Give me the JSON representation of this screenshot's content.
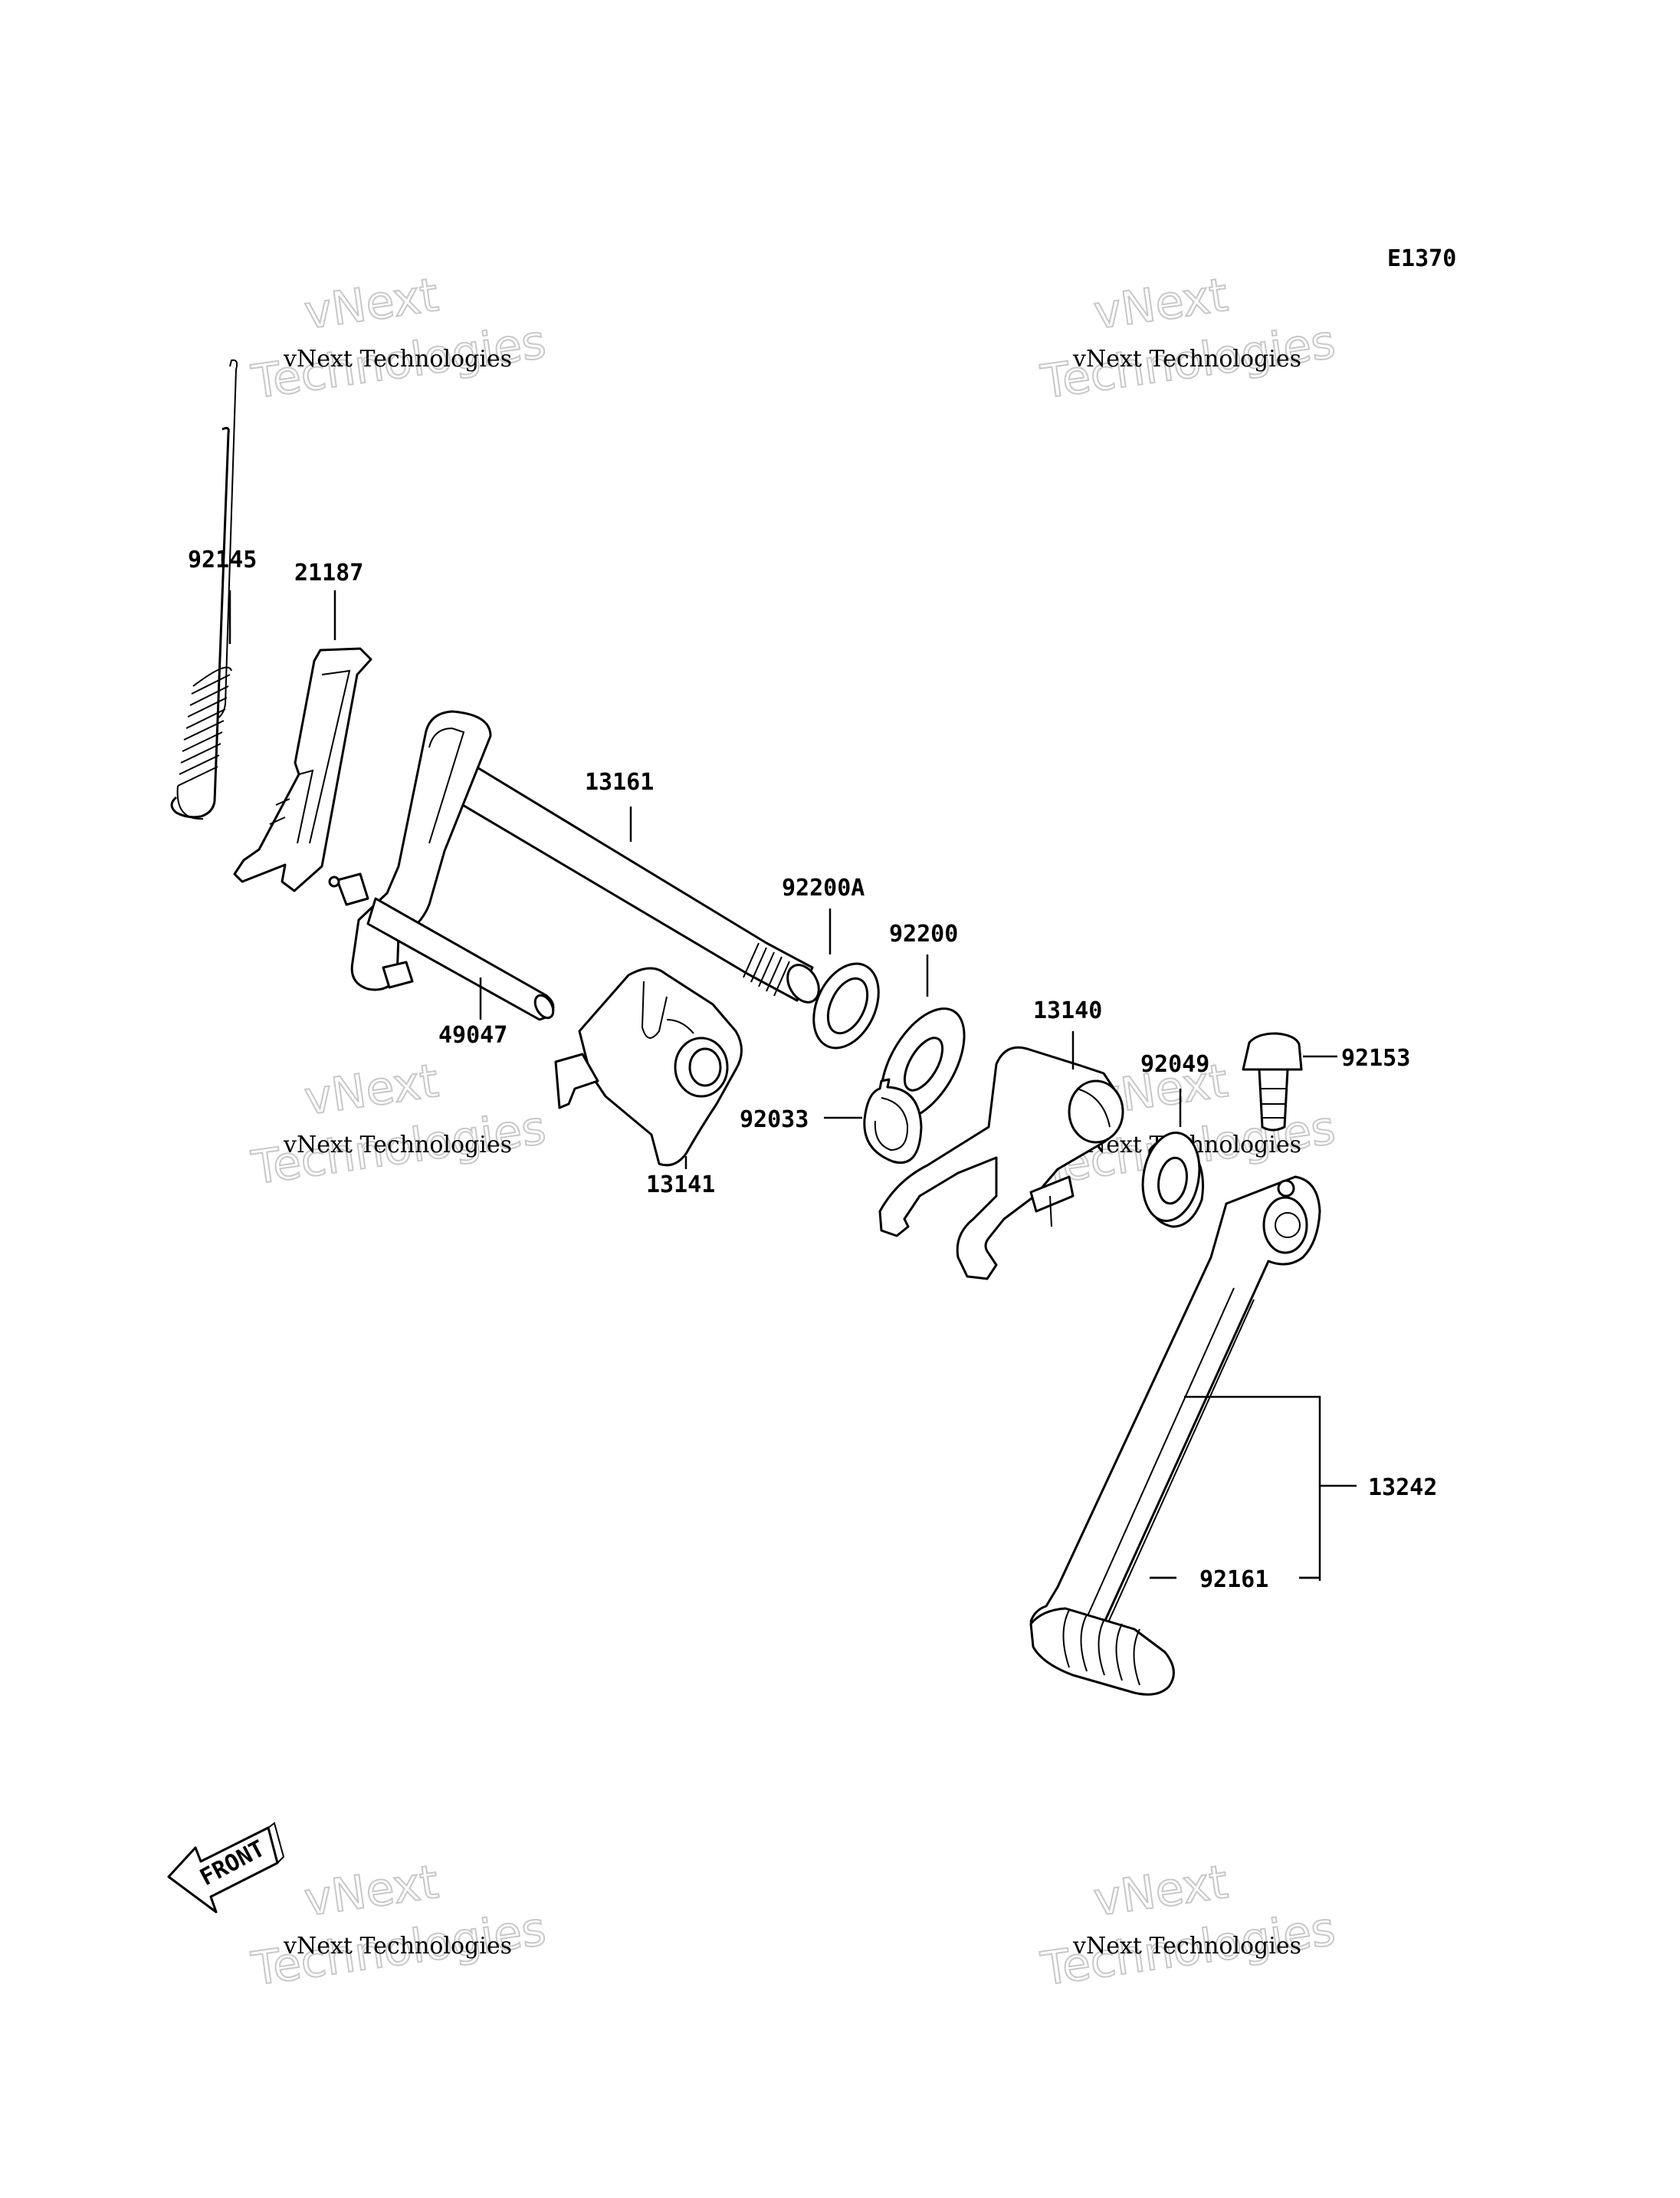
{
  "diagram_code": "E1370",
  "watermark": {
    "line1": "vNext Technologies",
    "line2": "vNext",
    "line3": "Technologies"
  },
  "front_label": "FRONT",
  "parts": {
    "p92145": "92145",
    "p21187": "21187",
    "p13161": "13161",
    "p92200A": "92200A",
    "p92200": "92200",
    "p13140": "13140",
    "p92049": "92049",
    "p92153": "92153",
    "p49047": "49047",
    "p92033": "92033",
    "p13141": "13141",
    "p13242": "13242",
    "p92161": "92161"
  }
}
